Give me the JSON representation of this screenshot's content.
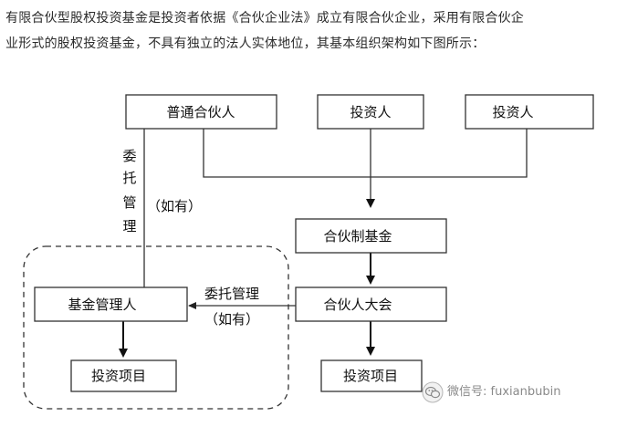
{
  "intro": {
    "line1": "有限合伙型股权投资基金是投资者依据《合伙企业法》成立有限合伙企业，采用有限合伙企",
    "line2": "业形式的股权投资基金，不具有独立的法人实体地位，其基本组织架构如下图所示："
  },
  "diagram": {
    "nodes": {
      "gp": "普通合伙人",
      "investor1": "投资人",
      "investor2": "投资人",
      "fund": "合伙制基金",
      "manager": "基金管理人",
      "assembly": "合伙人大会",
      "project_left": "投资项目",
      "project_right": "投资项目"
    },
    "labels": {
      "delegate_vertical": [
        "委",
        "托",
        "管",
        "理"
      ],
      "if_any_vertical": "（如有）",
      "delegate_horizontal": "委托管理",
      "if_any_horizontal": "（如有）"
    }
  },
  "watermark": {
    "text": "微信号: fuxianbubin",
    "icon": "wechat-icon"
  }
}
